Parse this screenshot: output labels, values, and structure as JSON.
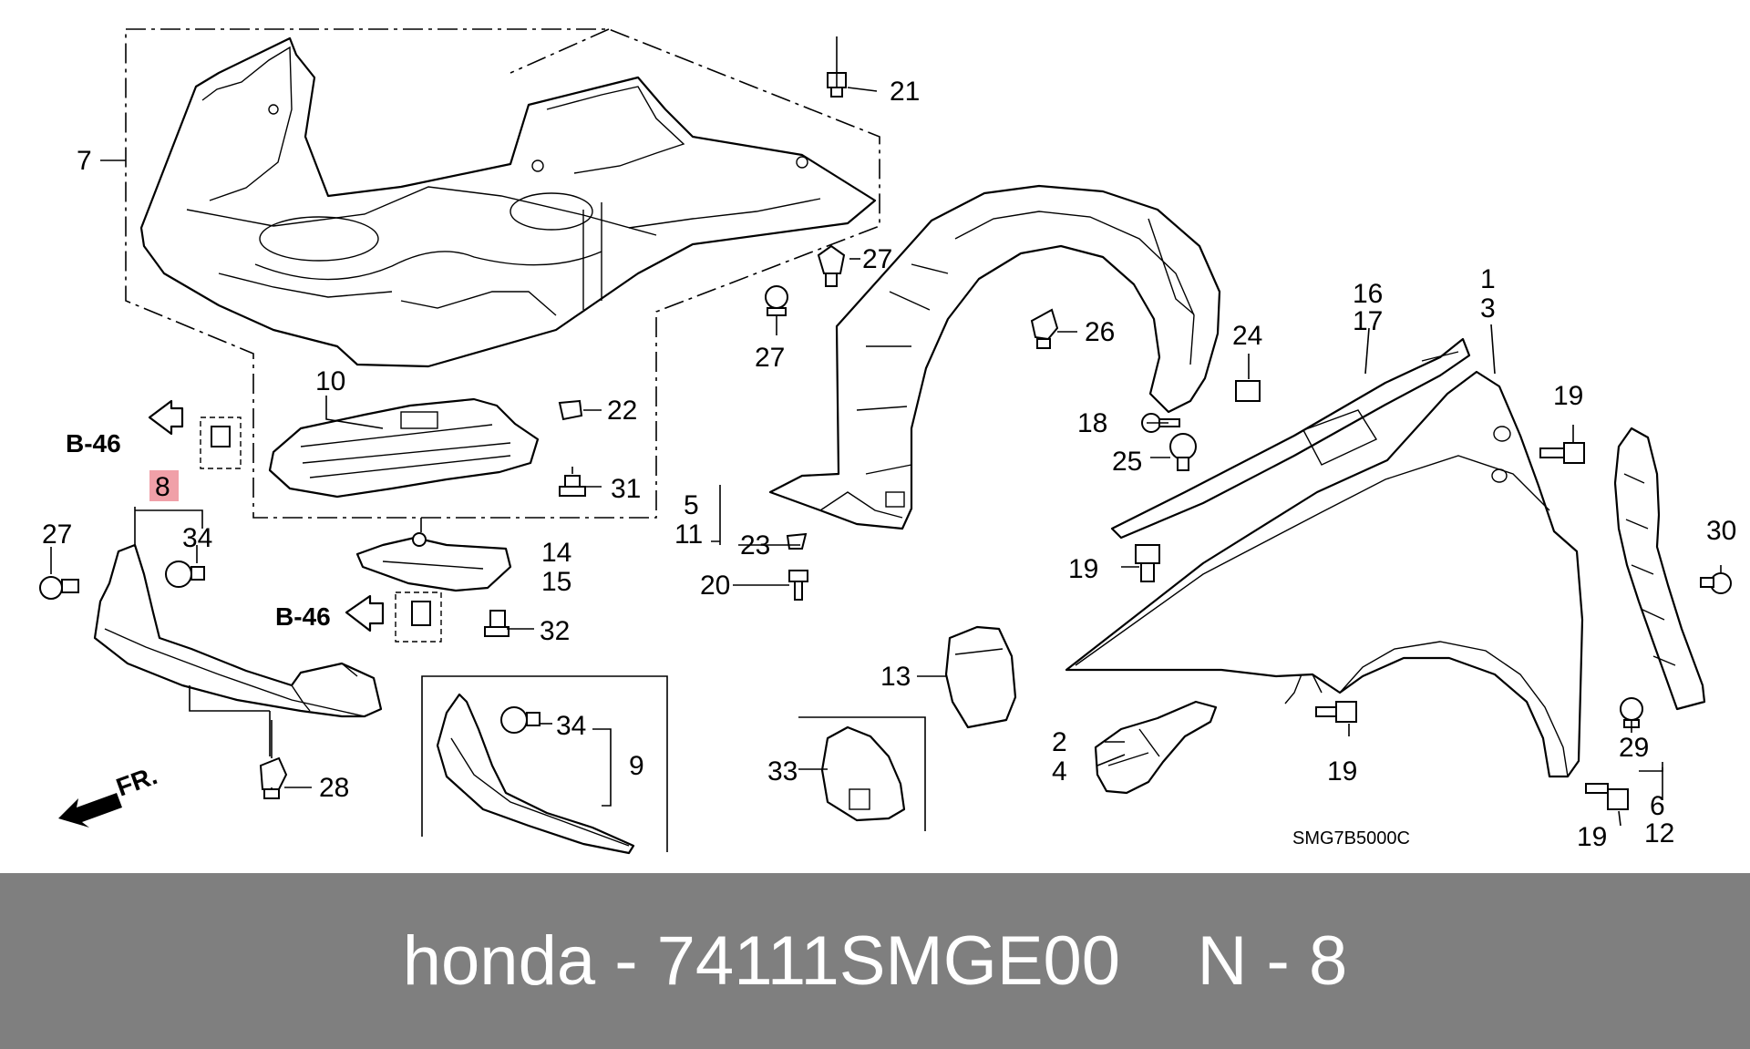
{
  "footer": {
    "brand": "honda",
    "sep": " - ",
    "part_number": "74111SMGE00",
    "gap": "    ",
    "section": "N - 8"
  },
  "diagram": {
    "code": "SMG7B5000C",
    "ref1": "B-46",
    "ref2": "B-46",
    "front": "FR.",
    "highlight_color": "#f0a0a8",
    "labels": {
      "l1": "1",
      "l3": "3",
      "l2": "2",
      "l4": "4",
      "l5": "5",
      "l11": "11",
      "l6": "6",
      "l12": "12",
      "l7": "7",
      "l8": "8",
      "l9": "9",
      "l10": "10",
      "l13": "13",
      "l14": "14",
      "l15": "15",
      "l16": "16",
      "l17": "17",
      "l18": "18",
      "l19a": "19",
      "l19b": "19",
      "l19c": "19",
      "l19d": "19",
      "l20": "20",
      "l21": "21",
      "l22": "22",
      "l23": "23",
      "l24": "24",
      "l25": "25",
      "l26": "26",
      "l27a": "27",
      "l27b": "27",
      "l27c": "27",
      "l28": "28",
      "l29": "29",
      "l30": "30",
      "l31": "31",
      "l32": "32",
      "l33": "33",
      "l34a": "34",
      "l34b": "34"
    }
  }
}
